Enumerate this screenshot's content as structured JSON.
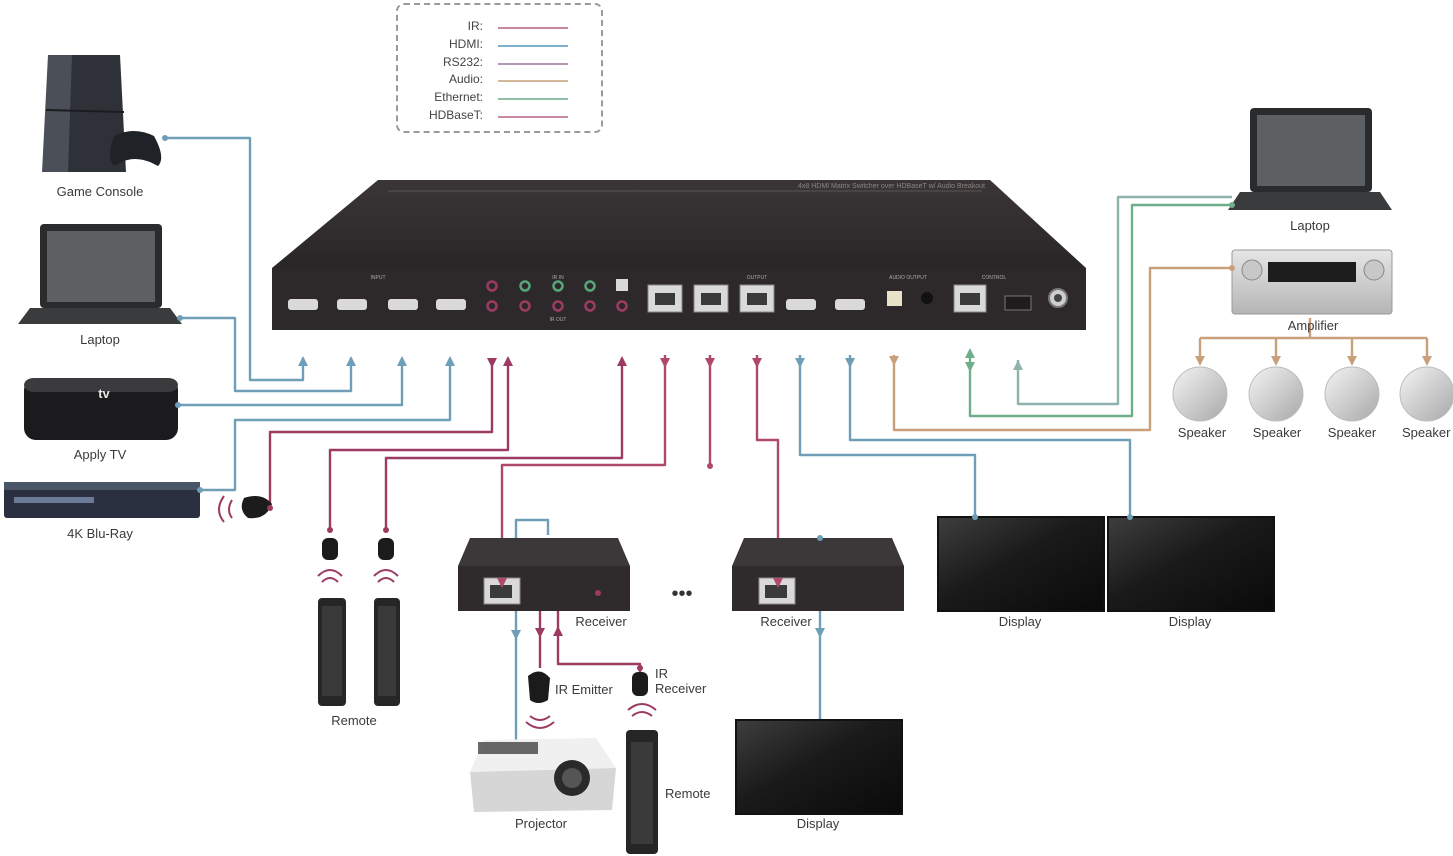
{
  "legend": {
    "items": [
      {
        "name": "IR:",
        "color": "#c8869a"
      },
      {
        "name": "HDMI:",
        "color": "#7ab1c9"
      },
      {
        "name": "RS232:",
        "color": "#b797b7"
      },
      {
        "name": "Audio:",
        "color": "#d4b79a"
      },
      {
        "name": "Ethernet:",
        "color": "#8fbfa4"
      },
      {
        "name": "HDBaseT:",
        "color": "#c88aa4"
      }
    ]
  },
  "colors": {
    "hdmi": "#6e9fb6",
    "hdbaset": "#b0486a",
    "ir": "#9c3a62",
    "audio": "#c9a07a",
    "ethernet": "#6fae8a",
    "rs232": "#8fb2ad",
    "device_dark": "#2b2b2d"
  },
  "matrix": {
    "title": "4x8 HDMI Matrix Switcher over HDBaseT w/ Audio Breakout",
    "group_labels": [
      "INPUT",
      "IR IN",
      "IR OUT",
      "OUTPUT",
      "AUDIO OUTPUT",
      "CONTROL"
    ]
  },
  "labels": {
    "game_console": "Game Console",
    "laptop_left": "Laptop",
    "apple_tv": "Apply TV",
    "apple_tv_logo": "tv",
    "bluray": "4K Blu-Ray",
    "remote_left": "Remote",
    "receiver1": "Receiver",
    "receiver2": "Receiver",
    "ellipsis": "•••",
    "ir_emitter": "IR Emitter",
    "ir_receiver_1": "IR",
    "ir_receiver_2": "Receiver",
    "projector": "Projector",
    "remote_bottom": "Remote",
    "display_bottom": "Display",
    "display_1": "Display",
    "display_2": "Display",
    "laptop_right": "Laptop",
    "amplifier": "Amplifier",
    "speakers": [
      "Speaker",
      "Speaker",
      "Speaker",
      "Speaker"
    ]
  }
}
